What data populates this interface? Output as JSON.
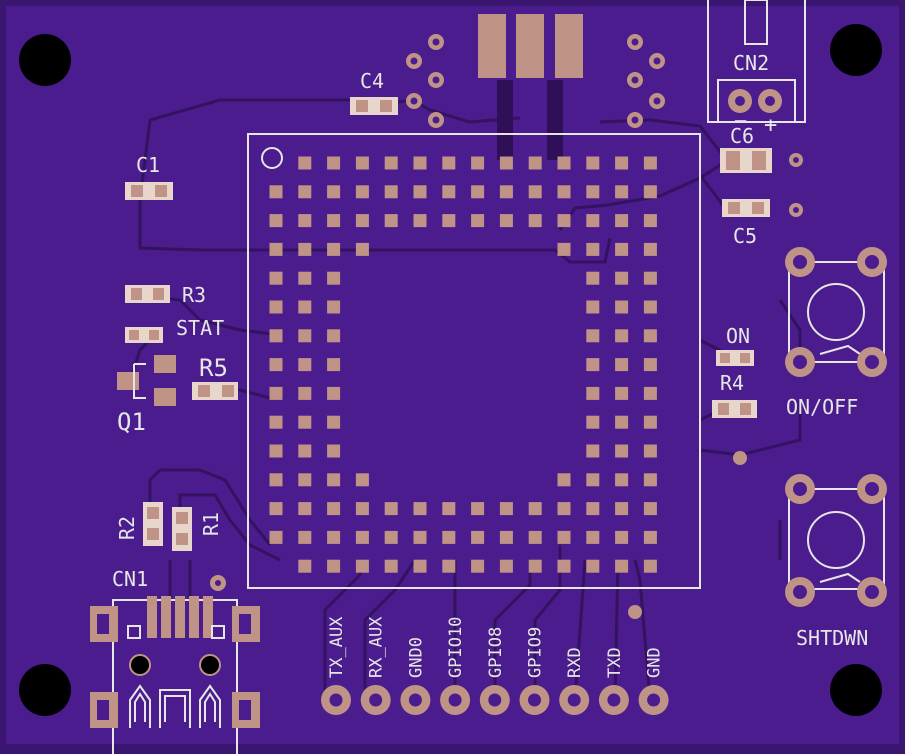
{
  "colors": {
    "board": "#4b1c8e",
    "board_edge": "#3a1670",
    "trace": "#3a1468",
    "silk": "#e6e6e6",
    "pad": "#bf9486",
    "pad_light": "#e8d6cc",
    "hole": "#000000"
  },
  "labels": {
    "c4": "C4",
    "c1": "C1",
    "r3": "R3",
    "stat": "STAT",
    "r5": "R5",
    "q1": "Q1",
    "r2": "R2",
    "r1": "R1",
    "cn1": "CN1",
    "cn2": "CN2",
    "cn2_minus": "−",
    "cn2_plus": "+",
    "c6": "C6",
    "c5": "C5",
    "on": "ON",
    "r4": "R4",
    "on_off": "ON/OFF",
    "shtdwn": "SHTDWN"
  },
  "header_pins": [
    "TX_AUX",
    "RX_AUX",
    "GND0",
    "GPIO10",
    "GPIO8",
    "GPIO9",
    "RXD",
    "TXD",
    "GND"
  ]
}
